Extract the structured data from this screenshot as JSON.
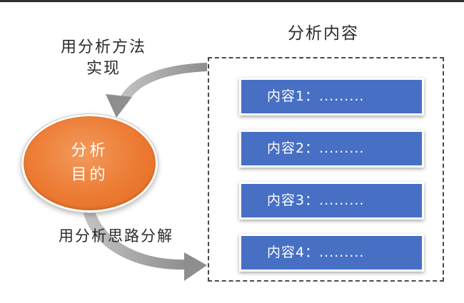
{
  "captions": {
    "top": [
      "用分析方法",
      "实现"
    ],
    "content_title": "分析内容",
    "bottom": "用分析思路分解"
  },
  "goal": {
    "lines": [
      "分析",
      "目的"
    ],
    "color": "#ec7a32"
  },
  "contents": [
    {
      "label": "内容1：........."
    },
    {
      "label": "内容2：........."
    },
    {
      "label": "内容3：........."
    },
    {
      "label": "内容4：........."
    }
  ],
  "colors": {
    "content_box": "#4770c4",
    "arrow": "#9a9a9a",
    "frame": "#4a4a4a"
  }
}
